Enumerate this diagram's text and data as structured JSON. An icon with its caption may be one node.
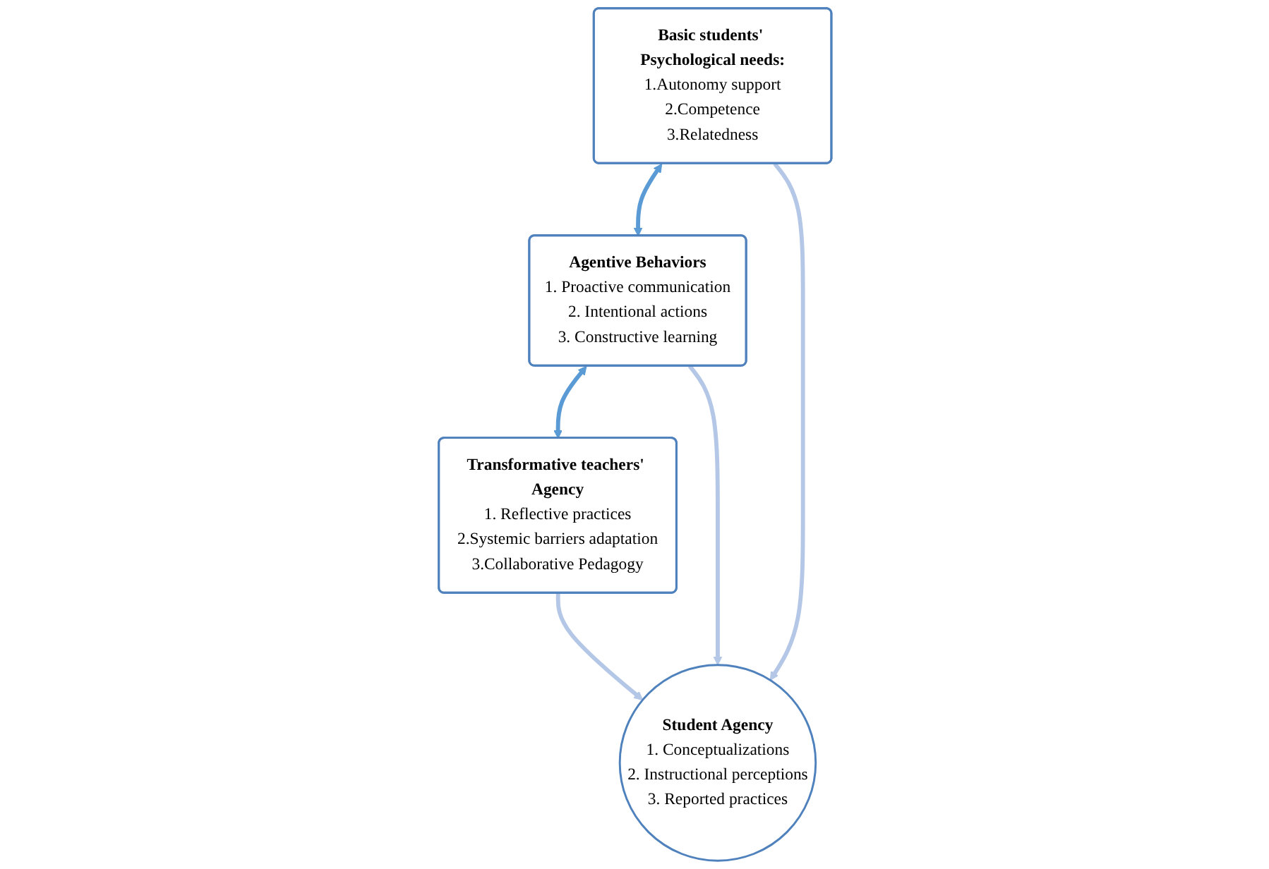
{
  "diagram": {
    "nodes": [
      {
        "text": [
          "Agentive Behaviors",
          "1. Proactive communication",
          "2. Intentional actions",
          "3. Constructive learning"
        ]
      },
      {
        "text": [
          "Basic students' Psychological needs:",
          "1.Autonomy support",
          "2.Competence",
          "3.Relatedness"
        ]
      },
      {
        "text": [
          "Transformative teachers' Agency",
          "1. Reflective practices",
          "2.Systemic barriers adaptation",
          "3.Collaborative Pedagogy"
        ]
      },
      {
        "text": [
          "Student Agency",
          "1. Conceptualizations",
          "2. Instructional perceptions",
          "3. Reported practices"
        ]
      }
    ],
    "edges": [
      {
        "from": 1,
        "to": 0,
        "arrow": "both",
        "color": "#5b9bd5"
      },
      {
        "from": 0,
        "to": 2,
        "arrow": "both",
        "color": "#5b9bd5"
      },
      {
        "from": 0,
        "to": 3,
        "arrow": "to"
      },
      {
        "from": 1,
        "to": 3,
        "arrow": "to"
      },
      {
        "from": 2,
        "to": 3,
        "arrow": "to"
      }
    ]
  }
}
